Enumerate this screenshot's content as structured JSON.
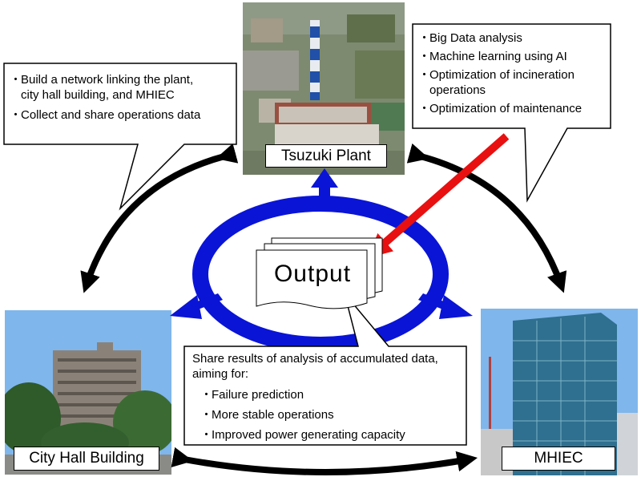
{
  "bullet_mark": "・",
  "left_callout": {
    "items": [
      "Build a network linking the plant,\ncity hall building,  and MHIEC",
      "Collect and share operations data"
    ]
  },
  "right_callout": {
    "items": [
      "Big Data analysis",
      "Machine learning using AI",
      "Optimization of incineration\noperations",
      "Optimization of maintenance"
    ]
  },
  "nodes": {
    "plant": "Tsuzuki Plant",
    "city_hall": "City Hall Building",
    "mhiec": "MHIEC"
  },
  "center": {
    "output": "Output"
  },
  "bottom_callout": {
    "intro": "Share results of analysis of accumulated data, aiming for:",
    "items": [
      "Failure prediction",
      "More stable operations",
      "Improved power generating capacity"
    ]
  },
  "colors": {
    "ring": "#0a14d6",
    "red_arrow": "#e81010",
    "cycle_arrow": "#000000",
    "sky": "#7fb6ec"
  }
}
